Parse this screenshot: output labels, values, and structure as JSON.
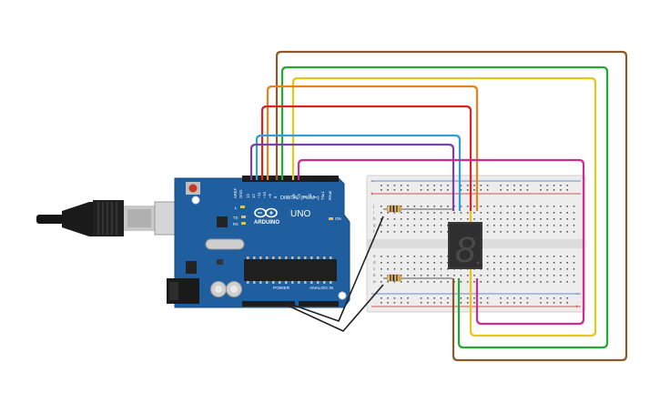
{
  "arduino": {
    "brand": "ARDUINO",
    "model": "UNO",
    "digital_label": "DIGITAL (PWM~)",
    "power_label": "POWER",
    "analog_label": "ANALOG IN",
    "on_label": "ON",
    "l_label": "L",
    "tx_label": "TX",
    "rx_label": "RX",
    "aref_label": "AREF",
    "gnd_label": "GND",
    "pin_labels": [
      "13",
      "12",
      "~11",
      "~10",
      "~9",
      "8",
      "7",
      "~6",
      "~5",
      "4",
      "~3",
      "2",
      "TX▸1",
      "RX◂0"
    ]
  },
  "breadboard": {
    "row_letters_top": [
      "j",
      "i",
      "h",
      "g",
      "f"
    ],
    "row_letters_bottom": [
      "e",
      "d",
      "c",
      "b",
      "a"
    ],
    "plus": "+",
    "minus": "−"
  },
  "display": {
    "digit": "8"
  },
  "colors": {
    "board": "#1f5fa0",
    "wire_brown": "#8b5a2b",
    "wire_green": "#22aa33",
    "wire_yellow": "#e6c619",
    "wire_orange": "#e8821e",
    "wire_red": "#dd2222",
    "wire_cyan": "#2e9fd6",
    "wire_purple": "#7b3fa6",
    "wire_magenta": "#cc2e8c",
    "wire_black": "#222222"
  }
}
